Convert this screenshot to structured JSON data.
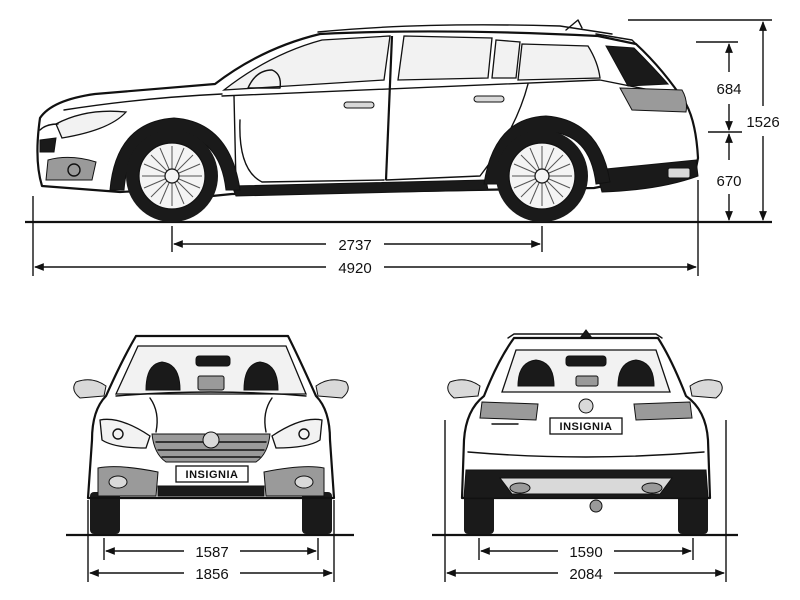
{
  "dimensions": {
    "wheelbase": "2737",
    "overall_length": "4920",
    "roof_height_above_beltline": "684",
    "beltline_height": "670",
    "overall_height": "1526",
    "front_track": "1587",
    "front_width": "1856",
    "rear_track": "1590",
    "width_with_mirrors": "2084"
  },
  "badges": {
    "front_plate": "INSIGNIA",
    "rear_plate": "INSIGNIA"
  },
  "colors": {
    "ink": "#111111",
    "background": "#ffffff"
  }
}
